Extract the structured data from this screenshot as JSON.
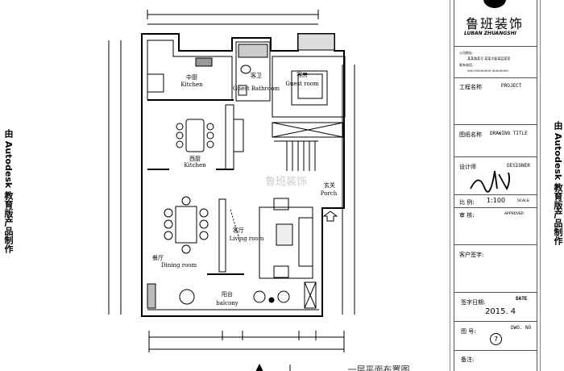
{
  "side_note": "由 Autodesk 教育版产品制作",
  "title_block": {
    "company_cn": "鲁班装饰",
    "company_en": "LUBAN ZHUANGSHI",
    "address_label": "公司地址:",
    "address_text": "某某路某号 某某大厦某层某室",
    "phone_label": "联系电话:",
    "phone_text": "000-00000000  00000000",
    "project_cn": "工程名称",
    "project_en": "PROJECT",
    "drawing_title_cn": "图纸名称",
    "drawing_title_en": "DRAWING TITLE",
    "designer_cn": "设计师",
    "designer_en": "DESIGNER",
    "scale_cn": "比  例:",
    "scale_value": "1:100",
    "scale_en": "SCALE",
    "approved_cn": "审  核:",
    "approved_en": "APPROVED",
    "client_cn": "客户签字:",
    "date_cn": "签字日期:",
    "date_en": "DATE",
    "date_value": "2015. 4",
    "dwg_cn": "图  号:",
    "dwg_en": "DWG. NO",
    "dwg_value": "7",
    "notes_cn": "备注:"
  },
  "plan": {
    "rooms": [
      {
        "cn": "中厨",
        "en": "Kitchen"
      },
      {
        "cn": "客卫",
        "en": "Guest Bathroom"
      },
      {
        "cn": "客房",
        "en": "Guest room"
      },
      {
        "cn": "西厨",
        "en": "Kitchen"
      },
      {
        "cn": "玄关",
        "en": "Porch"
      },
      {
        "cn": "客厅",
        "en": "Living room"
      },
      {
        "cn": "餐厅",
        "en": "Dining room"
      },
      {
        "cn": "阳台",
        "en": "balcony"
      }
    ],
    "watermark": "鲁班装饰",
    "drawing_caption": "一层平面布置图"
  }
}
